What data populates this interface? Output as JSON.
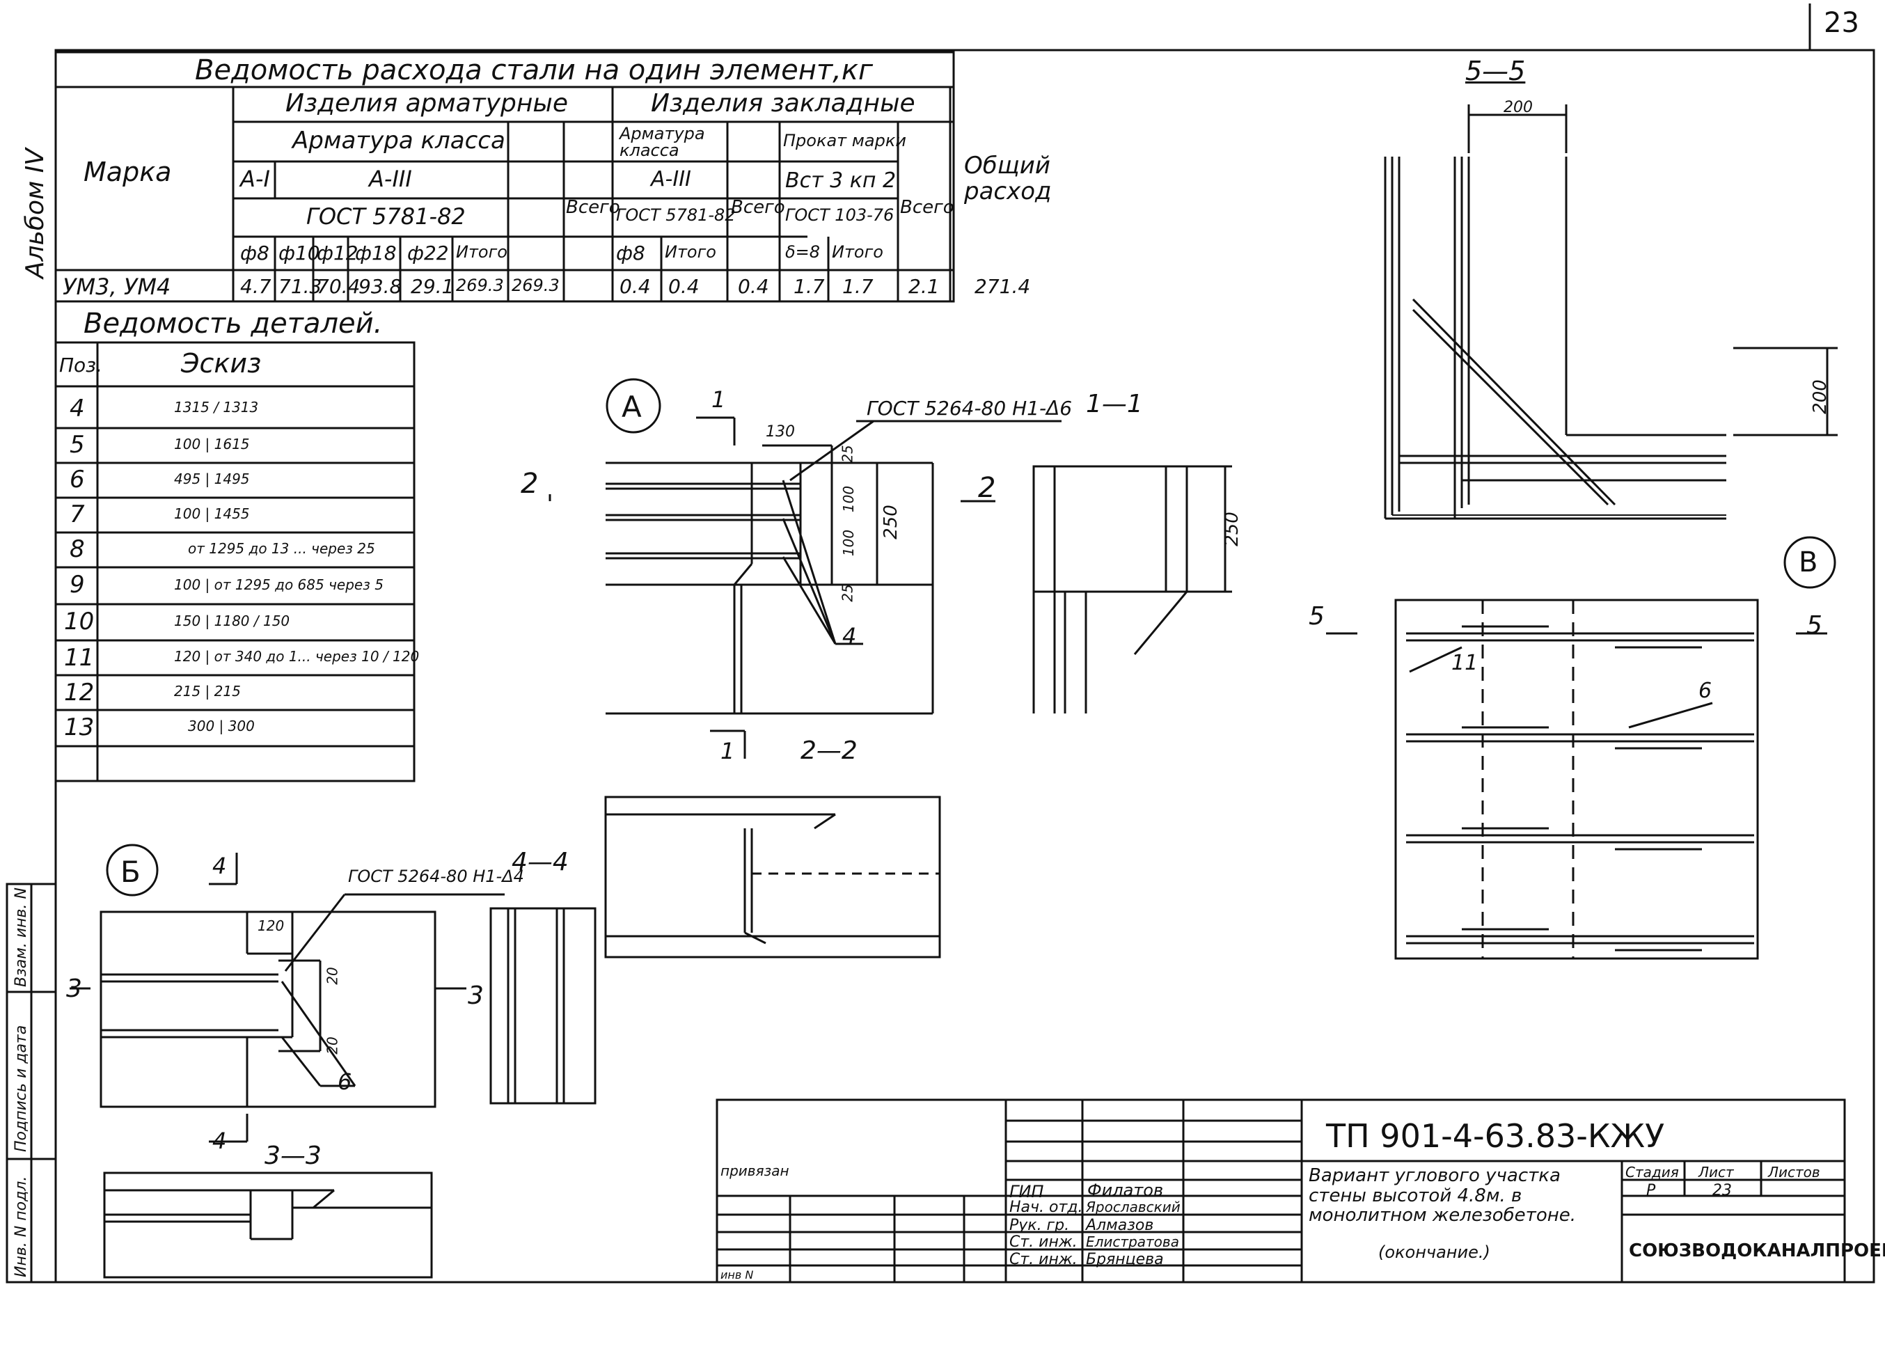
{
  "sheet_number": "23",
  "album": "Альбом IV",
  "steel_table": {
    "title": "Ведомость расхода стали на один элемент,кг",
    "col_mark": "Марка",
    "group_rebar": "Изделия арматурные",
    "group_embedded": "Изделия закладные",
    "rebar_class": "Арматура класса",
    "class_a1": "А-I",
    "class_a3": "А-III",
    "gost_rebar": "ГОСТ 5781-82",
    "emb_rebar_class": "Арматура класса",
    "emb_class": "А-III",
    "emb_gost": "ГОСТ 5781-82",
    "rolled": "Прокат марки",
    "rolled_grade": "Вст 3 кп 2",
    "rolled_gost": "ГОСТ 103-76",
    "total": "Всего",
    "overall": "Общий расход",
    "sub_headers": [
      "ф8",
      "ф10",
      "ф12",
      "ф18",
      "ф22",
      "Итого",
      "ф8",
      "Итого",
      "δ=8",
      "Итого"
    ],
    "row": {
      "mark": "УМ3, УМ4",
      "values": [
        "4.7",
        "71.3",
        "70.4",
        "93.8",
        "29.1",
        "269.3",
        "269.3",
        "0.4",
        "0.4",
        "0.4",
        "1.7",
        "1.7",
        "2.1",
        "271.4"
      ]
    }
  },
  "details_table": {
    "title": "Ведомость деталей.",
    "col_pos": "Поз.",
    "col_sketch": "Эскиз",
    "rows": [
      {
        "pos": "4",
        "sketch": "1315 / 1313"
      },
      {
        "pos": "5",
        "sketch": "100 | 1615"
      },
      {
        "pos": "6",
        "sketch": "495 | 1495"
      },
      {
        "pos": "7",
        "sketch": "100 | 1455"
      },
      {
        "pos": "8",
        "sketch": "от 1295 до 13 ... через 25"
      },
      {
        "pos": "9",
        "sketch": "100 | от 1295 до 685 через 5"
      },
      {
        "pos": "10",
        "sketch": "150 | 1180 / 150"
      },
      {
        "pos": "11",
        "sketch": "120 | от 340 до 1... через 10 / 120"
      },
      {
        "pos": "12",
        "sketch": "215 | 215"
      },
      {
        "pos": "13",
        "sketch": "300 | 300"
      },
      {
        "pos": "",
        "sketch": ""
      }
    ]
  },
  "drawings": {
    "node_a": "А",
    "node_b": "Б",
    "node_v": "В",
    "weld_a": "ГОСТ 5264-80 Н1-Δ6",
    "weld_b": "ГОСТ 5264-80 Н1-Δ4",
    "sec_11": "1—1",
    "sec_22": "2—2",
    "sec_33": "3—3",
    "sec_44": "4—4",
    "sec_55": "5—5",
    "dims": {
      "d130": "130",
      "d25a": "25",
      "d100a": "100",
      "d100b": "100",
      "d25b": "25",
      "d250a": "250",
      "d250b": "250",
      "d120": "120",
      "d20a": "20",
      "d20b": "20",
      "d200a": "200",
      "d200b": "200"
    },
    "marks": {
      "m1a": "1",
      "m1b": "1",
      "m2a": "2",
      "m2b": "2",
      "m3a": "3",
      "m3b": "3",
      "m4a": "4",
      "m4b": "4",
      "m5a": "5",
      "m5b": "5",
      "pos4": "4",
      "pos6a": "6",
      "pos6b": "6",
      "pos11": "11"
    }
  },
  "side_stamp": [
    "Инв. N подл.",
    "Подпись и дата",
    "Взам. инв. N"
  ],
  "title_block": {
    "code": "ТП 901-4-63.83-КЖУ",
    "privyazan": "привязан",
    "inv": "инв N",
    "roles": [
      "ГИП",
      "Нач. отд.",
      "Рук. гр.",
      "Ст. инж.",
      "Ст. инж."
    ],
    "names": [
      "Филатов",
      "Ярославский",
      "Алмазов",
      "Елистратова",
      "Брянцева"
    ],
    "description": "Вариант углового участка стены высотой 4.8м. в монолитном железобетоне.",
    "description_end": "(окончание.)",
    "stage_label": "Стадия",
    "sheet_label": "Лист",
    "sheets_label": "Листов",
    "stage": "Р",
    "sheet": "23",
    "sheets": "",
    "org": "СОЮЗВОДОКАНАЛПРОЕКТ"
  }
}
